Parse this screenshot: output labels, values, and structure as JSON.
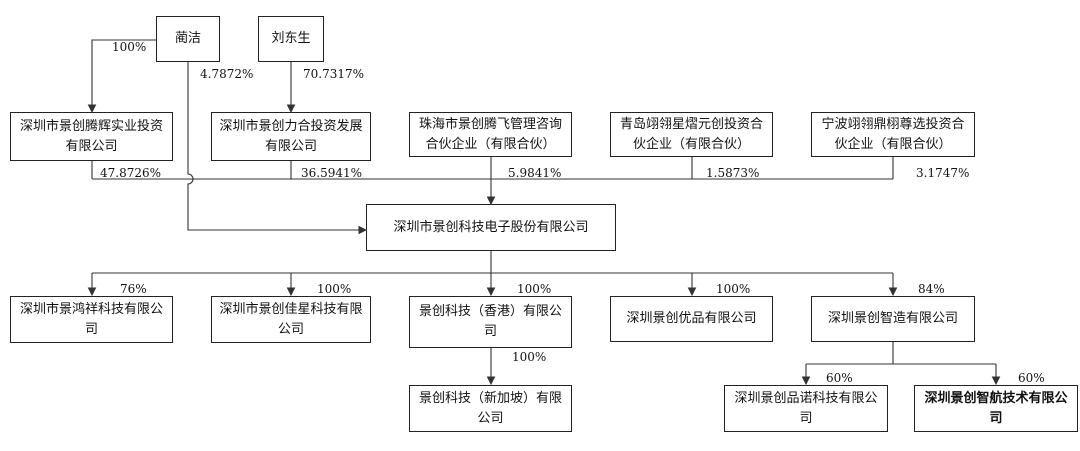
{
  "people": [
    {
      "name": "蔺洁"
    },
    {
      "name": "刘东生"
    }
  ],
  "shareholders": [
    {
      "name": "深圳市景创腾辉实业投资有限公司",
      "pct": "47.8726%",
      "parent_pct": "100%"
    },
    {
      "name": "深圳市景创力合投资发展有限公司",
      "pct": "36.5941%",
      "parent_pct": "70.7317%"
    },
    {
      "name": "珠海市景创腾飞管理咨询合伙企业（有限合伙）",
      "pct": "5.9841%"
    },
    {
      "name": "青岛翊翎星熠元创投资合伙企业（有限合伙）",
      "pct": "1.5873%"
    },
    {
      "name": "宁波翊翎鼎栩尊选投资合伙企业（有限合伙）",
      "pct": "3.1747%"
    }
  ],
  "direct_pct": "4.7872%",
  "company": {
    "name": "深圳市景创科技电子股份有限公司"
  },
  "subsidiaries": [
    {
      "name": "深圳市景鸿祥科技有限公司",
      "pct": "76%"
    },
    {
      "name": "深圳市景创佳星科技有限公司",
      "pct": "100%"
    },
    {
      "name": "景创科技（香港）有限公司",
      "pct": "100%"
    },
    {
      "name": "深圳景创优品有限公司",
      "pct": "100%"
    },
    {
      "name": "深圳景创智造有限公司",
      "pct": "84%"
    }
  ],
  "hk_sub": {
    "name": "景创科技（新加坡）有限公司",
    "pct": "100%"
  },
  "zz_subs": [
    {
      "name": "深圳景创品诺科技有限公司",
      "pct": "60%"
    },
    {
      "name": "深圳景创智航技术有限公司",
      "pct": "60%"
    }
  ]
}
